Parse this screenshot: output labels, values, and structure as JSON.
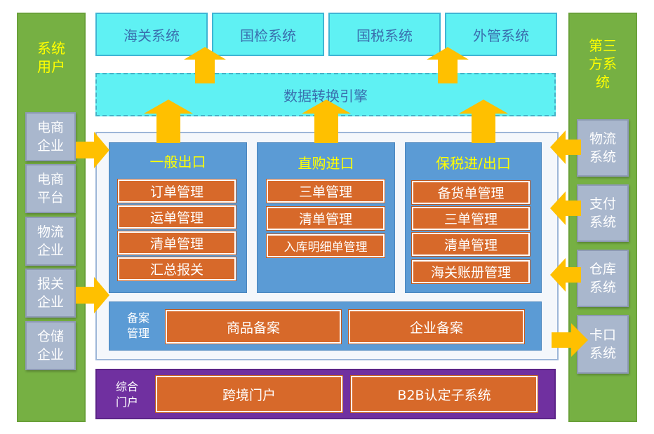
{
  "left_column": {
    "title": "系统\n用户",
    "items": [
      "电商\n企业",
      "电商\n平台",
      "物流\n企业",
      "报关\n企业",
      "仓储\n企业"
    ]
  },
  "right_column": {
    "title": "第三\n方系\n统",
    "items": [
      "物流\n系统",
      "支付\n系统",
      "仓库\n系统",
      "卡口\n系统"
    ]
  },
  "top_systems": [
    "海关系统",
    "国检系统",
    "国税系统",
    "外管系统"
  ],
  "engine": "数据转换引擎",
  "columns": [
    {
      "title": "一般出口",
      "items": [
        "订单管理",
        "运单管理",
        "清单管理",
        "汇总报关"
      ]
    },
    {
      "title": "直购进口",
      "items": [
        "三单管理",
        "清单管理",
        "入库明细单管理"
      ]
    },
    {
      "title": "保税进/出口",
      "items": [
        "备货单管理",
        "三单管理",
        "清单管理",
        "海关账册管理"
      ]
    }
  ],
  "filing": {
    "label": "备案\n管理",
    "items": [
      "商品备案",
      "企业备案"
    ]
  },
  "portal": {
    "label": "综合\n门户",
    "items": [
      "跨境门户",
      "B2B认定子系统"
    ]
  },
  "colors": {
    "green": "#76b043",
    "cyan": "#5ff1f3",
    "blue": "#5b9bd5",
    "orange": "#d7692a",
    "arrow": "#ffc000",
    "purple": "#7030a0",
    "yellow_text": "#ffff00"
  }
}
